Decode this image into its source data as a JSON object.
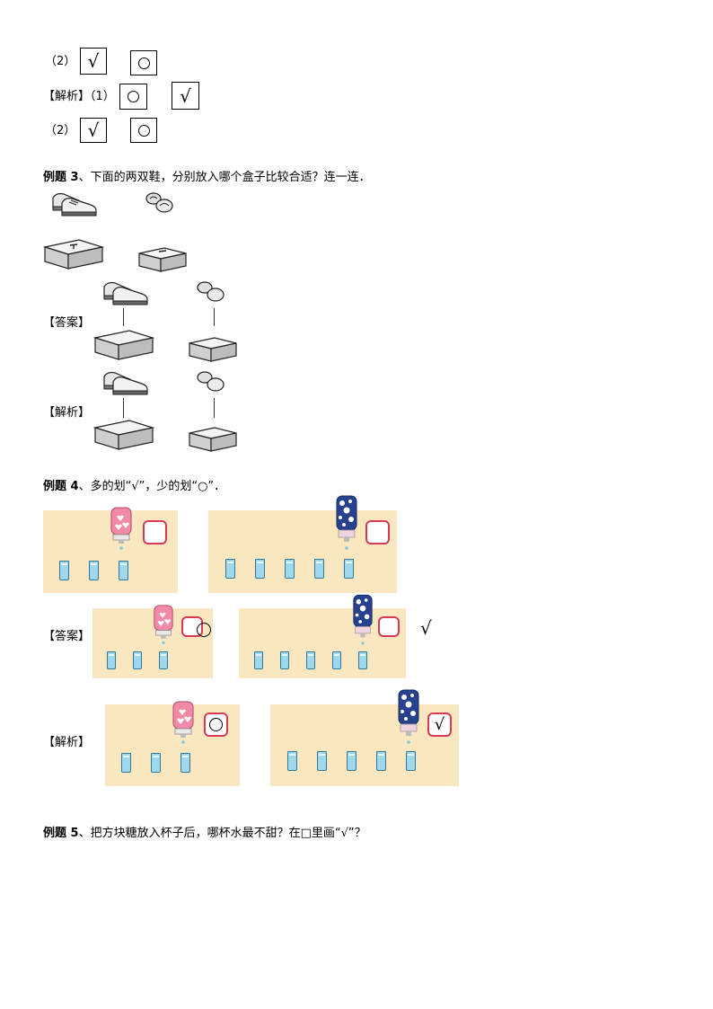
{
  "symbols": {
    "check": "√",
    "circle": "○"
  },
  "part2": {
    "label": "（2）"
  },
  "analysis1": {
    "label": "【解析】（1）",
    "sub2": "（2）"
  },
  "example3": {
    "prefix": "例题 3",
    "text": "、下面的两双鞋，分别放入哪个盒子比较合适？连一连．"
  },
  "answer3": {
    "label": "【答案】"
  },
  "analysis3": {
    "label": "【解析】"
  },
  "example4": {
    "prefix": "例题 4",
    "text": "、多的划“√”，少的划“○”．"
  },
  "answer4": {
    "label": "【答案】",
    "outside_mark": "√"
  },
  "analysis4": {
    "label": "【解析】"
  },
  "example5": {
    "prefix": "例题 5",
    "text": "、把方块糖放入杯子后，哪杯水最不甜？在□里画“√”？"
  },
  "colors": {
    "panel": "#fbe7bf",
    "red_box": "#d83a55",
    "pink_bottle": "#f08aa6",
    "blue_bottle": "#27418f",
    "cup": "#9fd8ec"
  }
}
